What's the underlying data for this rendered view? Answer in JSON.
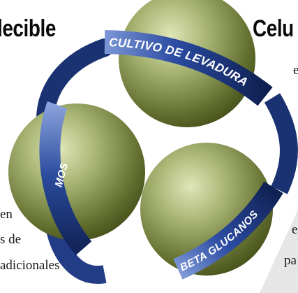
{
  "headings": {
    "left": "lecible",
    "right": "Celu"
  },
  "diagram": {
    "bands": {
      "top": "CULTIVO DE LEVADURA",
      "left": "MOS",
      "bottom": "BETA GLUCANOS"
    }
  },
  "body_text": {
    "left_lines": [
      "en",
      "s de",
      "adicionales"
    ],
    "right_lines": [
      "e",
      "e",
      "pa"
    ]
  },
  "colors": {
    "sphere_dark": "#4a5a1c",
    "sphere_light": "#cdd6a0",
    "band_dark": "#0f2050",
    "band_mid": "#2a4a9c",
    "band_light": "#6a86cc"
  }
}
